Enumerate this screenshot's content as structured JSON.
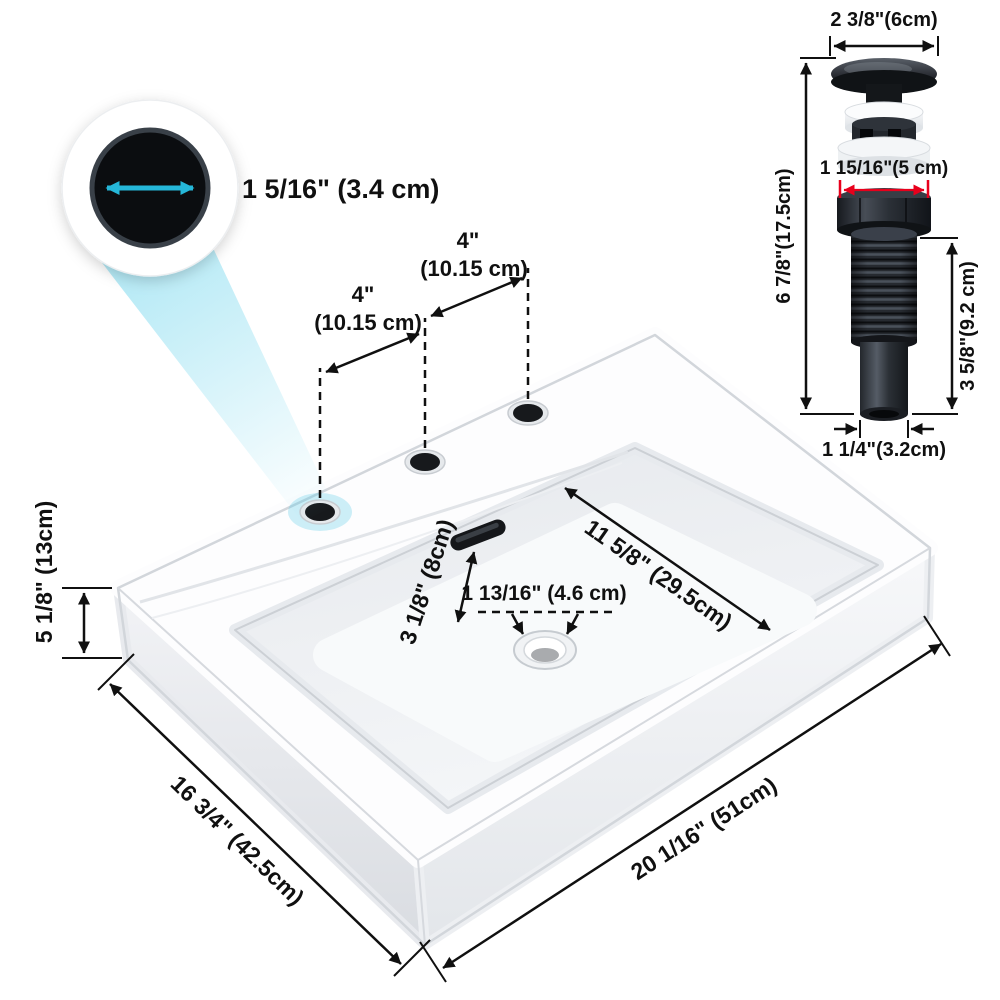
{
  "page": {
    "description": "White rectangular ceramic vessel sink dimension diagram with three faucet holes, overflow, drain opening and matching pop-up drain assembly",
    "background": "#ffffff"
  },
  "colors": {
    "accent_cyan": "#25b7d9",
    "dimension_red": "#e8001c",
    "text": "#101010",
    "ceramic_white": "#fdfdfe"
  },
  "callout": {
    "hole_diameter": "1 5/16\" (3.4 cm)"
  },
  "spacing": {
    "left_in": "4\"",
    "left_cm": "(10.15 cm)",
    "right_in": "4\"",
    "right_cm": "(10.15 cm)"
  },
  "sink": {
    "basin_length": "11 5/8\" (29.5cm)",
    "overflow_height": "3 1/8\" (8cm)",
    "drain_opening": "1 13/16\" (4.6 cm)",
    "height": "5 1/8\" (13cm)",
    "depth": "16 3/4\" (42.5cm)",
    "width": "20 1/16\" (51cm)"
  },
  "drain": {
    "cap_width": "2 3/8\"(6cm)",
    "flange_width": "1 15/16\"(5 cm)",
    "height": "6 7/8\"(17.5cm)",
    "tail_height": "3 5/8\"(9.2 cm)",
    "tail_width": "1 1/4\"(3.2cm)"
  }
}
